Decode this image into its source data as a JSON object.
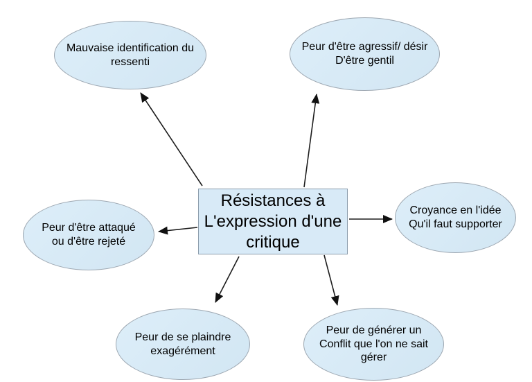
{
  "diagram": {
    "title": "Résistances à L'expression d'une critique",
    "center": {
      "id": "center",
      "label": "Résistances à\nL'expression d'une\ncritique"
    },
    "nodes": [
      {
        "id": "mauvaise-identification-ressenti",
        "position": "top-left",
        "label": "Mauvaise identification du\nressenti"
      },
      {
        "id": "peur-agressif-desir-gentil",
        "position": "top-right",
        "label": "Peur d'être agressif/ désir\nD'être gentil"
      },
      {
        "id": "croyance-faut-supporter",
        "position": "right",
        "label": "Croyance en l'idée\nQu'il faut supporter"
      },
      {
        "id": "peur-attaque-rejete",
        "position": "left",
        "label": "Peur d'être attaqué\nou d'être rejeté"
      },
      {
        "id": "peur-se-plaindre",
        "position": "bottom-left",
        "label": "Peur de se plaindre\nexagérément"
      },
      {
        "id": "peur-generer-conflit",
        "position": "bottom-right",
        "label": "Peur de générer un\nConflit que l'on ne sait\ngérer"
      }
    ],
    "edges": [
      {
        "from": "center",
        "to": "mauvaise-identification-ressenti"
      },
      {
        "from": "center",
        "to": "peur-agressif-desir-gentil"
      },
      {
        "from": "center",
        "to": "croyance-faut-supporter"
      },
      {
        "from": "center",
        "to": "peur-attaque-rejete"
      },
      {
        "from": "center",
        "to": "peur-se-plaindre"
      },
      {
        "from": "center",
        "to": "peur-generer-conflit"
      }
    ],
    "colors": {
      "node_fill": "#d6e9f5",
      "node_border": "#9da7b1",
      "center_fill": "#d8eaf7",
      "center_border": "#8b9cab",
      "arrow": "#1c1c1c",
      "text": "#000000",
      "background": "#ffffff"
    }
  }
}
